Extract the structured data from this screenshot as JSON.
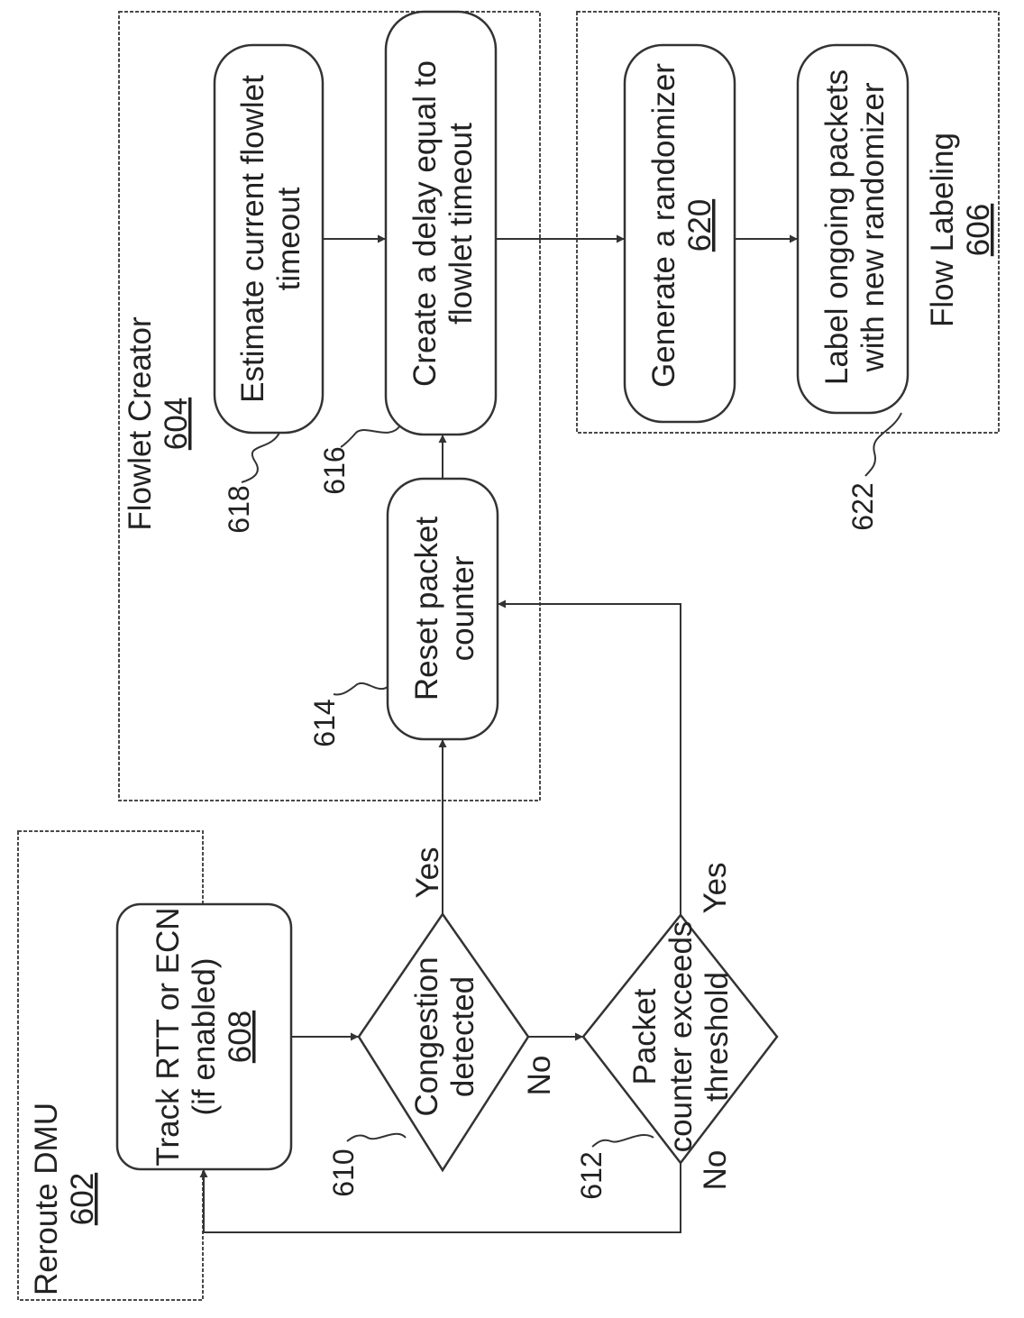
{
  "groups": {
    "reroute": {
      "title": "Reroute DMU",
      "ref": "602"
    },
    "flowlet_creator": {
      "title": "Flowlet Creator",
      "ref": "604"
    },
    "flow_labeling": {
      "title": "Flow Labeling",
      "ref": "606"
    }
  },
  "nodes": {
    "track": {
      "line1": "Track RTT or ECN",
      "line2": "(if enabled)",
      "ref": "608"
    },
    "congestion": {
      "line1": "Congestion",
      "line2": "detected",
      "ref": "610"
    },
    "threshold": {
      "line1": "Packet",
      "line2": "counter exceeds",
      "line3": "threshold",
      "ref": "612"
    },
    "reset": {
      "line1": "Reset packet",
      "line2": "counter",
      "ref": "614"
    },
    "delay": {
      "line1": "Create a delay equal to",
      "line2": "flowlet timeout",
      "ref": "616"
    },
    "estimate": {
      "line1": "Estimate current flowlet",
      "line2": "timeout",
      "ref": "618"
    },
    "generate": {
      "line1": "Generate a randomizer",
      "ref": "620"
    },
    "label": {
      "line1": "Label ongoing packets",
      "line2": "with new randomizer",
      "ref": "622"
    }
  },
  "edge_labels": {
    "congestion_yes": "Yes",
    "congestion_no": "No",
    "threshold_yes": "Yes",
    "threshold_no": "No"
  }
}
